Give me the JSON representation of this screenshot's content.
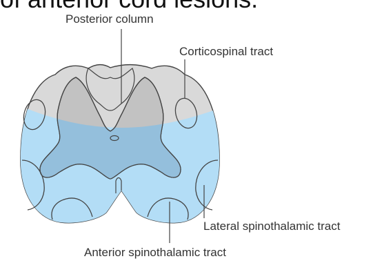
{
  "caption": "of anterior cord lesions.",
  "labels": {
    "posterior_column": "Posterior column",
    "corticospinal_tract": "Corticospinal tract",
    "lateral_spinothalamic_tract": "Lateral spinothalamic tract",
    "anterior_spinothalamic_tract": "Anterior spinothalamic tract"
  },
  "colors": {
    "affected_region": "#b3ddf6",
    "spared_region": "#d9d9d9",
    "gray_matter_spared": "#c2c2c2",
    "gray_matter_affected": "#94bfdc",
    "outline": "#444444"
  }
}
